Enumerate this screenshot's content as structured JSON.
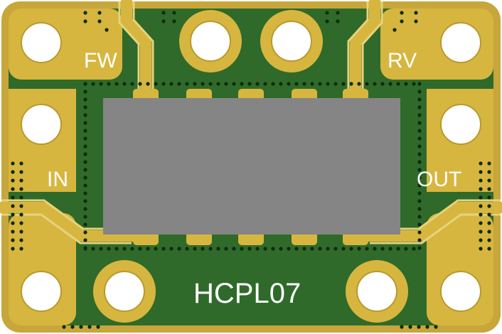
{
  "board": {
    "labels": {
      "fw": "FW",
      "rv": "RV",
      "in": "IN",
      "out": "OUT",
      "part": "HCPL07"
    },
    "colors": {
      "pcb": "#2f6a2a",
      "pcb_edge": "#c7a63b",
      "gold": "#d7b640",
      "gold_dark": "#b89a2e",
      "hole": "#ffffff",
      "chip": "#858585",
      "silk": "#ffffff",
      "via": "#0f2a0d"
    }
  }
}
